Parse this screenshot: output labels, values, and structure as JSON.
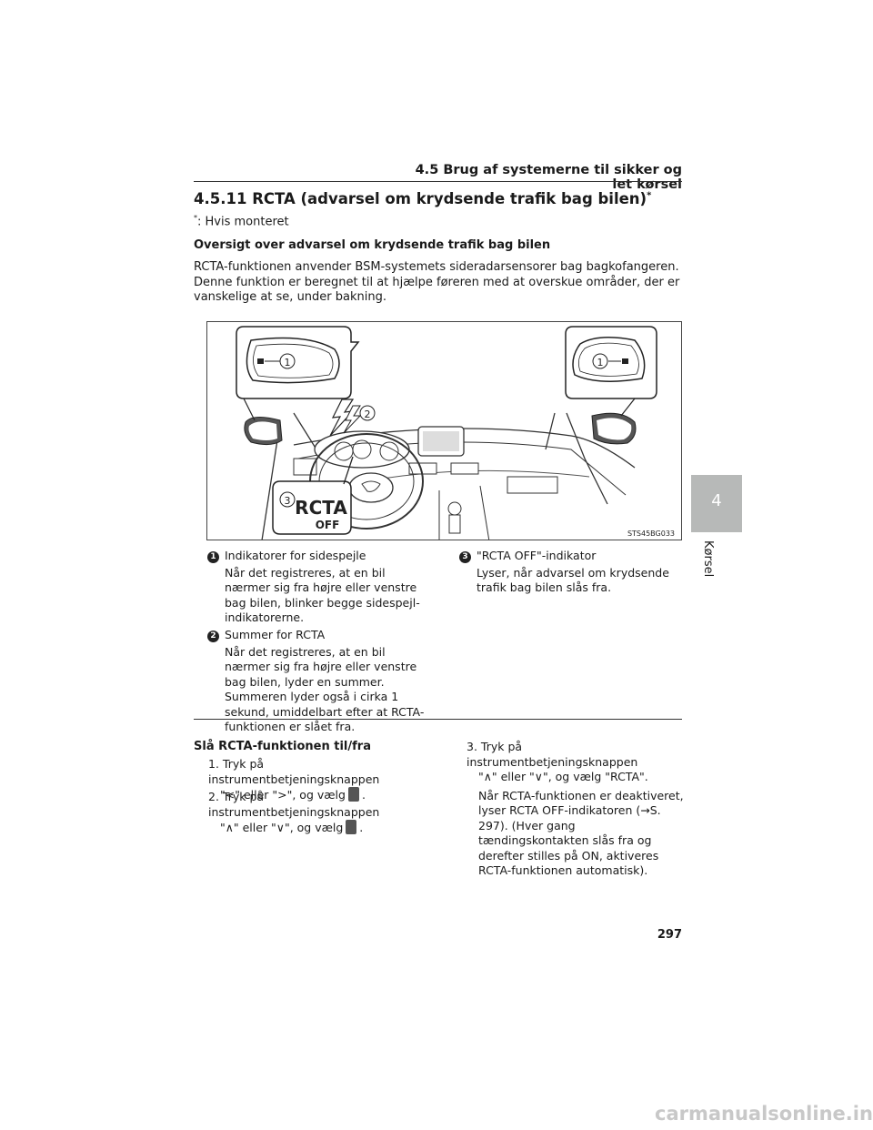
{
  "header": {
    "running_title": "4.5  Brug af systemerne til sikker og let kørsel"
  },
  "section": {
    "title": "4.5.11  RCTA (advarsel om krydsende trafik bag bilen)",
    "title_mark": "*"
  },
  "footnote": {
    "mark": "*",
    "text": ": Hvis monteret"
  },
  "overview": {
    "heading": "Oversigt over advarsel om krydsende trafik bag bilen",
    "body": "RCTA-funktionen anvender BSM-systemets sideradarsensorer bag bagkofangeren. Denne funktion er beregnet til at hjælpe føreren med at overskue områder, der er vanskelige at se, under bakning."
  },
  "figure": {
    "callout_1_left": "1",
    "callout_1_right": "1",
    "callout_2": "2",
    "callout_3": "3",
    "rcta_label": "RCTA",
    "off_label": "OFF",
    "figure_code": "STS45BG033"
  },
  "items": [
    {
      "num": "1",
      "title": "Indikatorer for sidespejle",
      "body": "Når det registreres, at en bil nærmer sig fra højre eller venstre bag bilen, blinker begge sidespejl-indikatorerne."
    },
    {
      "num": "2",
      "title": "Summer for RCTA",
      "body": "Når det registreres, at en bil nærmer sig fra højre eller venstre bag bilen, lyder en summer. Summeren lyder også i cirka 1 sekund, umiddelbart efter at RCTA-funktionen er slået fra."
    },
    {
      "num": "3",
      "title": "\"RCTA OFF\"-indikator",
      "body": "Lyser, når advarsel om krydsende trafik bag bilen slås fra."
    }
  ],
  "procedure": {
    "heading": "Slå RCTA-funktionen til/fra",
    "step1_a": "1. Tryk på instrumentbetjeningsknappen",
    "step1_b": "\"<\" eller \">\", og vælg",
    "step2_a": "2. Tryk på instrumentbetjeningsknappen",
    "step2_b": "\"∧\" eller \"∨\", og vælg",
    "step3_a": "3. Tryk på instrumentbetjeningsknappen",
    "step3_b": "\"∧\" eller \"∨\", og vælg \"RCTA\".",
    "step3_c": "Når RCTA-funktionen er deaktiveret, lyser RCTA OFF-indikatoren (→S. 297). (Hver gang tændingskontakten slås fra og derefter stilles på ON, aktiveres RCTA-funktionen automatisk).",
    "period": "."
  },
  "side_tab": {
    "number": "4",
    "label": "Kørsel"
  },
  "page_number": "297",
  "watermark": "carmanualsonline.info"
}
